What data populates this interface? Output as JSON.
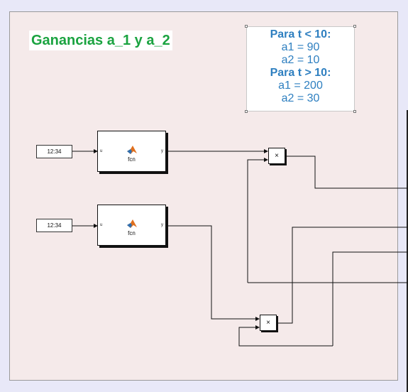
{
  "annotation": {
    "title": "Ganancias a_1 y a_2"
  },
  "note": {
    "line1": "Para t < 10:",
    "line2": "a1 = 90",
    "line3": "a2 = 10",
    "line4": "Para t > 10:",
    "line5": "a1 = 200",
    "line6": "a2 = 30"
  },
  "blocks": {
    "clock1": "12:34",
    "clock2": "12:34",
    "fcn1": {
      "label": "fcn",
      "in_port": "u",
      "out_port": "y",
      "icon": "matlab-icon"
    },
    "fcn2": {
      "label": "fcn",
      "in_port": "u",
      "out_port": "y",
      "icon": "matlab-icon"
    },
    "product1": "×",
    "product2": "×"
  },
  "colors": {
    "canvas": "#f5eaea",
    "title": "#1aa340",
    "note_text": "#2e7fc0"
  }
}
